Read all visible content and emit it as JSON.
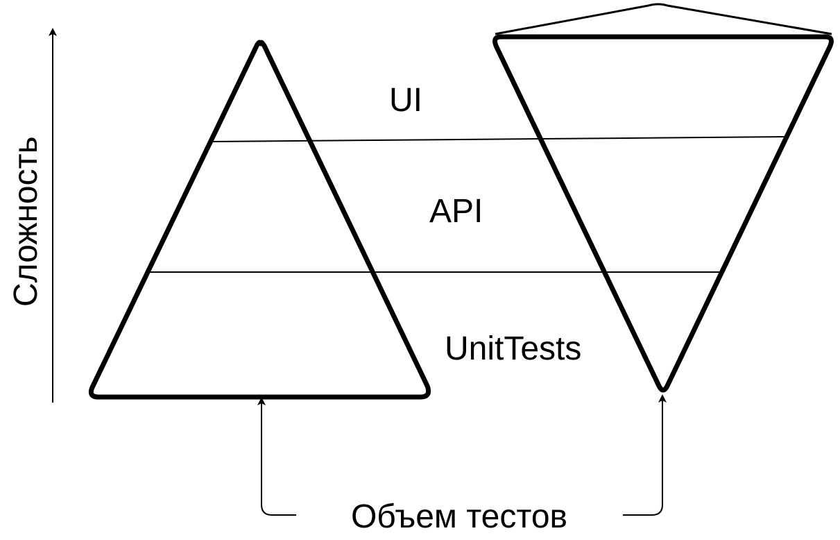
{
  "axis": {
    "y_label": "Сложность",
    "x_label": "Объем тестов"
  },
  "layers": {
    "top": "UI",
    "middle": "API",
    "bottom": "UnitTests"
  }
}
